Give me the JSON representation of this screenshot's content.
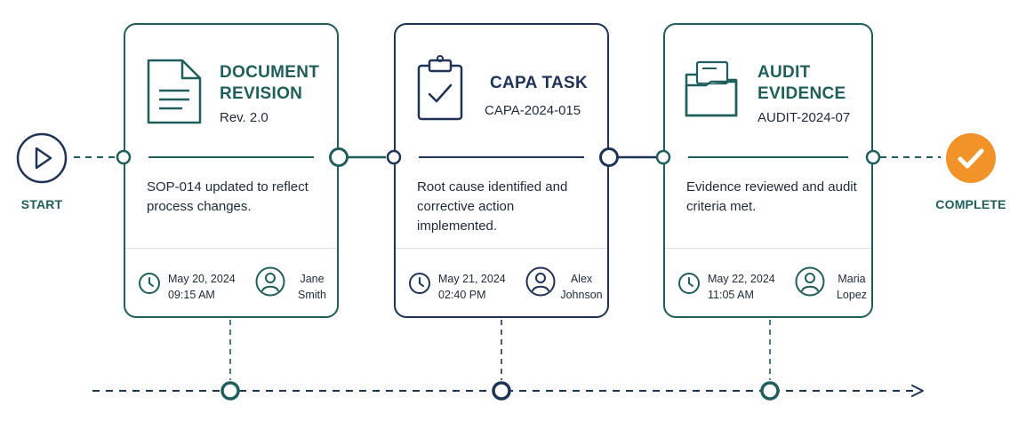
{
  "colors": {
    "teal": "#1f5e5a",
    "navy": "#1e3355",
    "accent": "#f2932a",
    "text": "#1d2a3a",
    "divider": "#d9dee3"
  },
  "start": {
    "label": "START",
    "icon": "play-icon"
  },
  "complete": {
    "label": "COMPLETE",
    "icon": "check-icon"
  },
  "cards": [
    {
      "title_line1": "DOCUMENT",
      "title_line2": "REVISION",
      "subtitle": "Rev. 2.0",
      "icon": "document-icon",
      "description": "SOP-014 updated to reflect process changes.",
      "date": "May 20, 2024",
      "time": "09:15 AM",
      "person_first": "Jane",
      "person_last": "Smith",
      "theme": "teal"
    },
    {
      "title_line1": "CAPA TASK",
      "title_line2": "",
      "subtitle": "CAPA-2024-015",
      "icon": "clipboard-check-icon",
      "description": "Root cause identified and corrective action implemented.",
      "date": "May 21, 2024",
      "time": "02:40 PM",
      "person_first": "Alex",
      "person_last": "Johnson",
      "theme": "navy"
    },
    {
      "title_line1": "AUDIT",
      "title_line2": "EVIDENCE",
      "subtitle": "AUDIT-2024-07",
      "icon": "folder-icon",
      "description": "Evidence reviewed and audit criteria met.",
      "date": "May 22, 2024",
      "time": "11:05 AM",
      "person_first": "Maria",
      "person_last": "Lopez",
      "theme": "teal"
    }
  ]
}
